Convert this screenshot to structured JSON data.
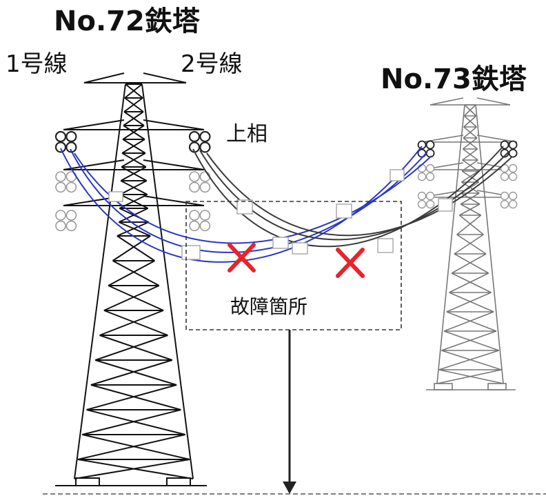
{
  "tower_72": {
    "title": "No.72鉄塔",
    "line1": "1号線",
    "line2": "2号線",
    "phase_label": "上相"
  },
  "tower_73": {
    "title": "No.73鉄塔"
  },
  "fault": {
    "label": "故障箇所"
  },
  "colors": {
    "line1": "#2a35c8",
    "line2": "#3a3a3a",
    "fault_mark": "#e8232a",
    "tower_72": "#111111",
    "tower_73": "#777777",
    "insulator": "#999999"
  }
}
